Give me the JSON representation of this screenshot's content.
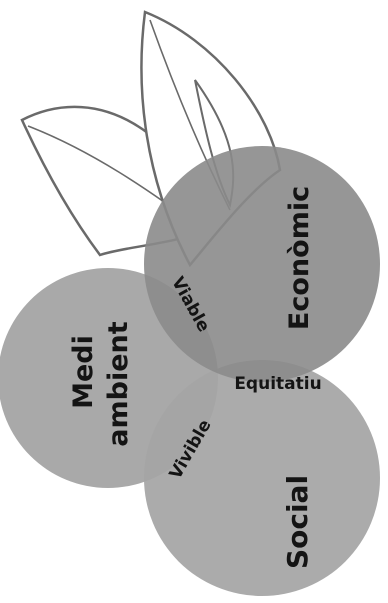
{
  "diagram": {
    "circles": {
      "environment": {
        "label_line1": "Medi",
        "label_line2": "ambient"
      },
      "economic": {
        "label": "Econòmic"
      },
      "social": {
        "label": "Social"
      }
    },
    "intersections": {
      "viable": "Viable",
      "bearable": "Vivible",
      "equitable": "Equitatiu"
    }
  },
  "colors": {
    "environment": "#a9a9a9",
    "economic": "#8b8b8b",
    "social": "#a5a5a5",
    "leaf_fill": "#ffffff",
    "leaf_stroke": "#6a6a6a",
    "text": "#141414"
  }
}
